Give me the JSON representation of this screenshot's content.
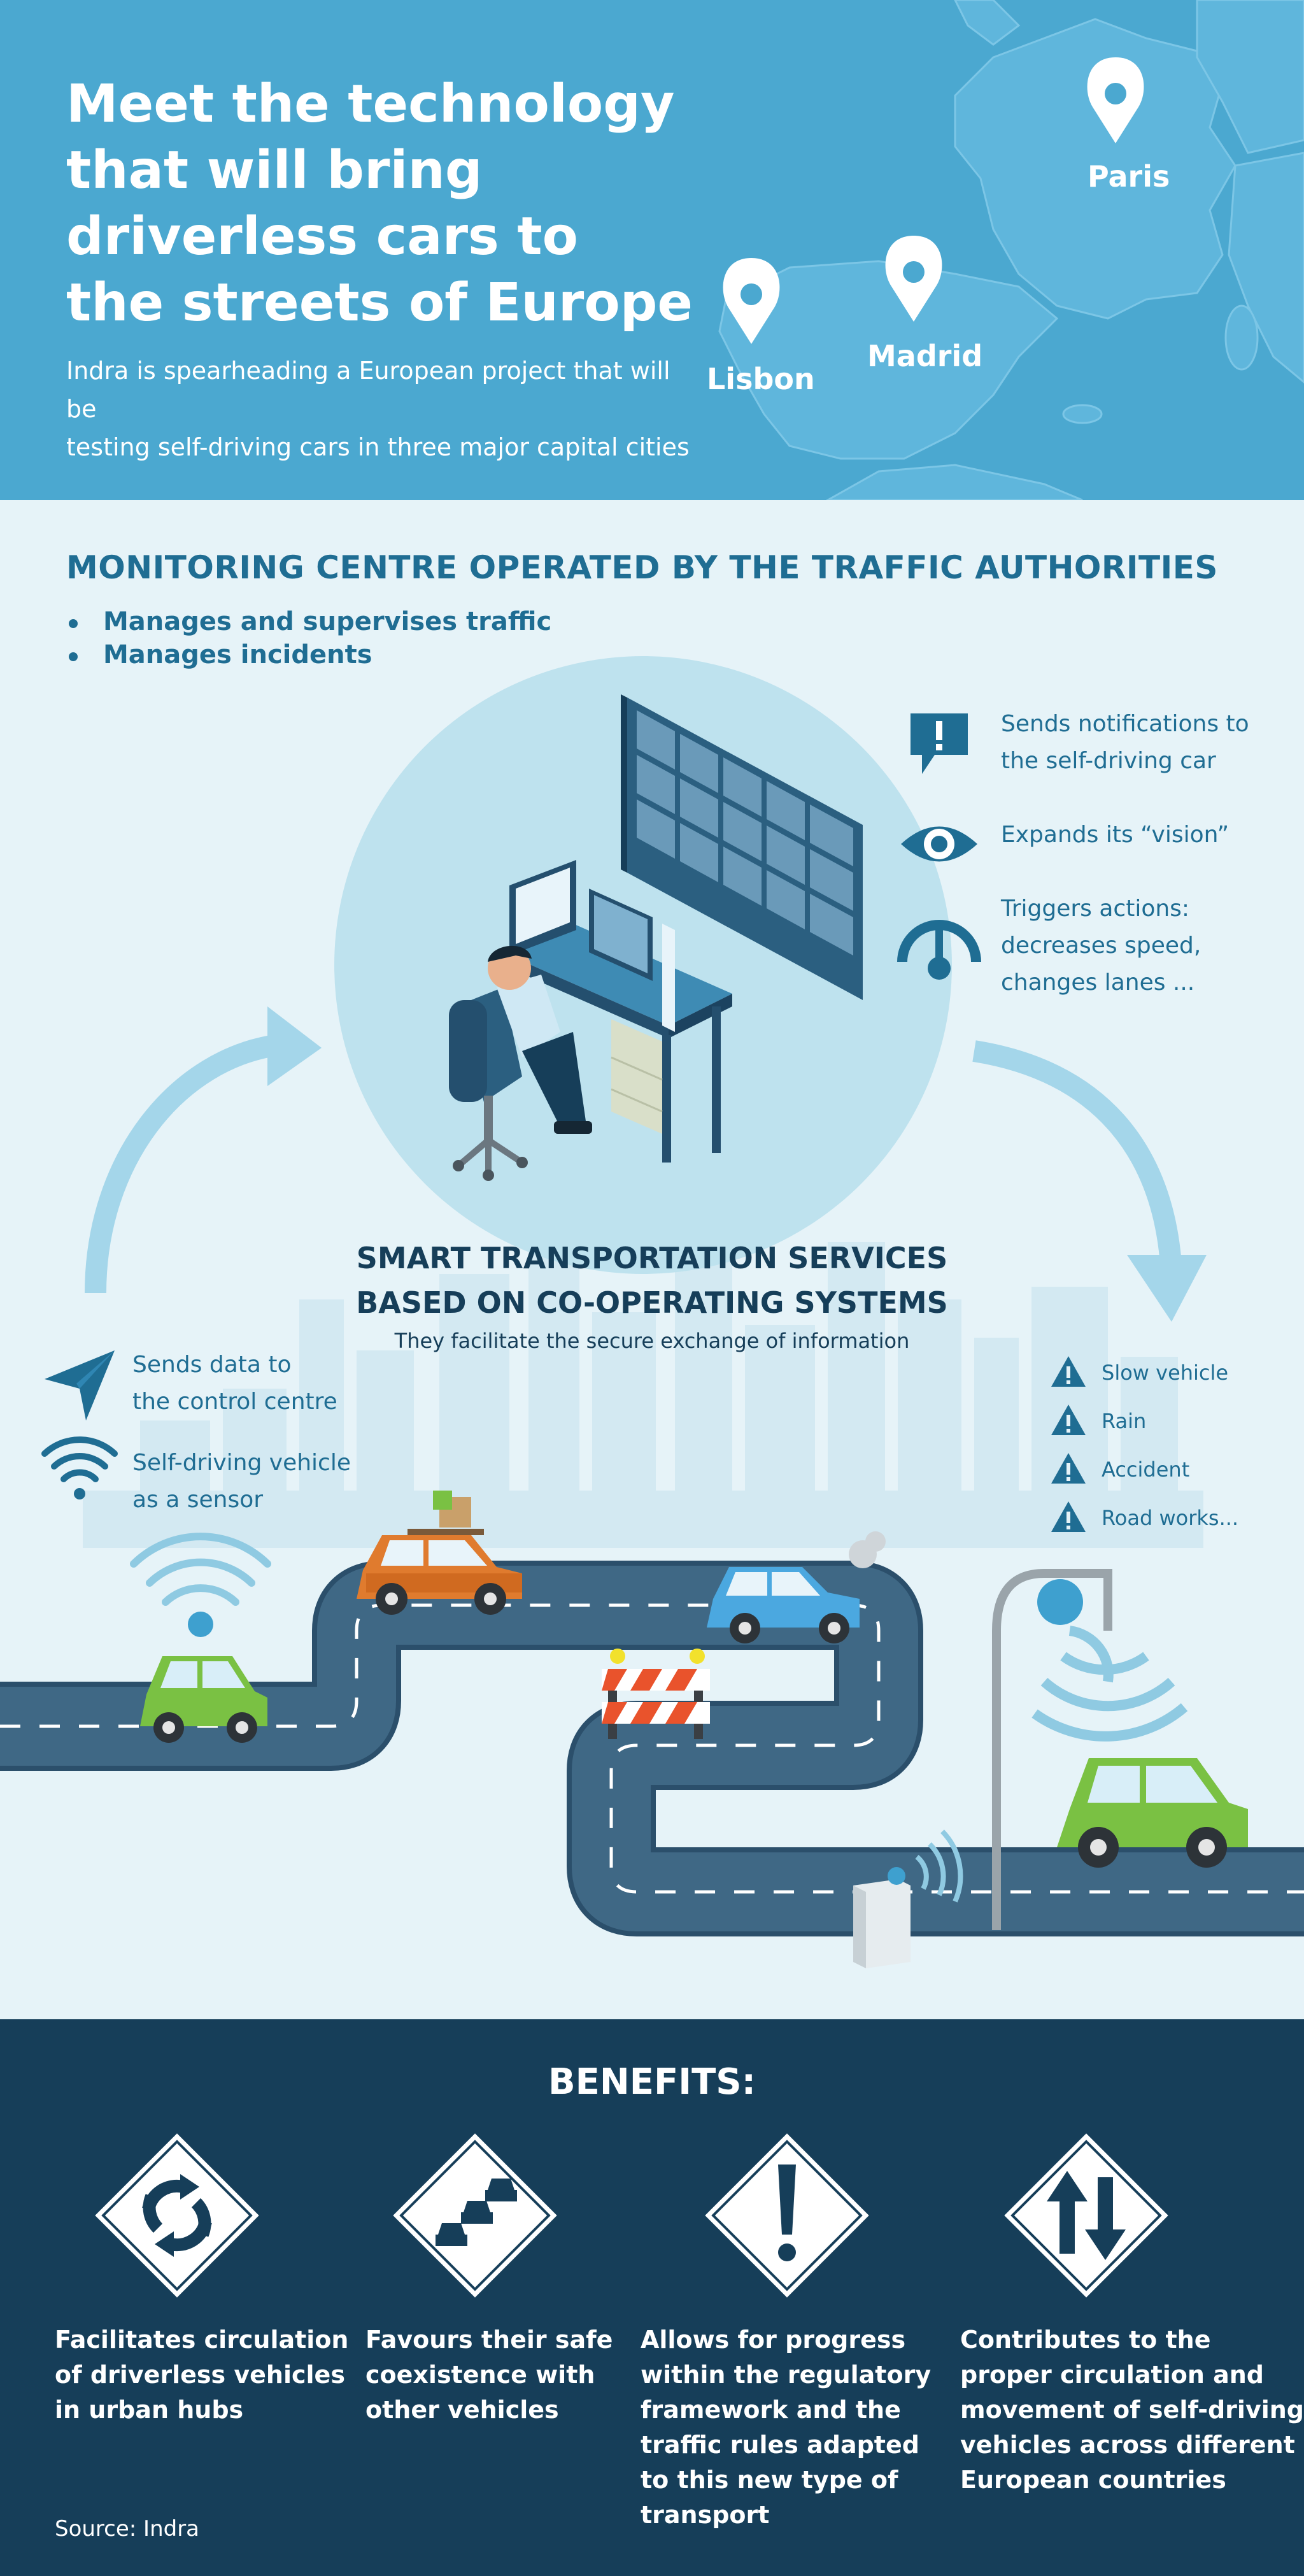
{
  "header": {
    "title_lines": [
      "Meet the technology",
      "that will bring",
      "driverless cars to",
      "the streets of Europe"
    ],
    "subtitle_lines": [
      "Indra is spearheading a European project that will be",
      "testing self-driving cars in three major capital cities"
    ],
    "cities": [
      "Paris",
      "Madrid",
      "Lisbon"
    ]
  },
  "monitoring": {
    "title": "MONITORING CENTRE OPERATED BY THE TRAFFIC AUTHORITIES",
    "bullets": [
      "Manages and supervises traffic",
      "Manages incidents"
    ]
  },
  "features_right": [
    {
      "icon": "notification-icon",
      "lines": [
        "Sends notifications to",
        "the self-driving car"
      ]
    },
    {
      "icon": "eye-icon",
      "lines": [
        "Expands its “vision”"
      ]
    },
    {
      "icon": "speedometer-icon",
      "lines": [
        "Triggers actions:",
        "decreases speed,",
        "changes lanes ..."
      ]
    }
  ],
  "features_left": [
    {
      "icon": "send-icon",
      "lines": [
        "Sends data to",
        "the control centre"
      ]
    },
    {
      "icon": "wifi-icon",
      "lines": [
        "Self-driving vehicle",
        "as a sensor"
      ]
    }
  ],
  "center": {
    "title_lines": [
      "SMART TRANSPORTATION SERVICES",
      "BASED ON CO-OPERATING SYSTEMS"
    ],
    "subtitle": "They facilitate the secure exchange of information"
  },
  "alerts": [
    "Slow vehicle",
    "Rain",
    "Accident",
    "Road works..."
  ],
  "benefits": {
    "title": "BENEFITS:",
    "items": [
      {
        "icon": "roundabout-icon",
        "lines": [
          "Facilitates circulation",
          "of driverless vehicles",
          "in urban hubs"
        ]
      },
      {
        "icon": "cars-icon",
        "lines": [
          "Favours their safe",
          "coexistence with",
          "other vehicles"
        ]
      },
      {
        "icon": "exclamation-icon",
        "lines": [
          "Allows for progress",
          "within the regulatory",
          "framework and the",
          "traffic rules adapted",
          "to this new type of",
          "transport"
        ]
      },
      {
        "icon": "two-way-arrows-icon",
        "lines": [
          "Contributes to the",
          "proper circulation and",
          "movement of self-driving",
          "vehicles across different",
          "European countries"
        ]
      }
    ]
  },
  "source": "Source: Indra",
  "colors": {
    "header": "#4ba8d0",
    "dark": "#163e59",
    "text": "#1f6d93",
    "light": "#e6f3f8"
  }
}
